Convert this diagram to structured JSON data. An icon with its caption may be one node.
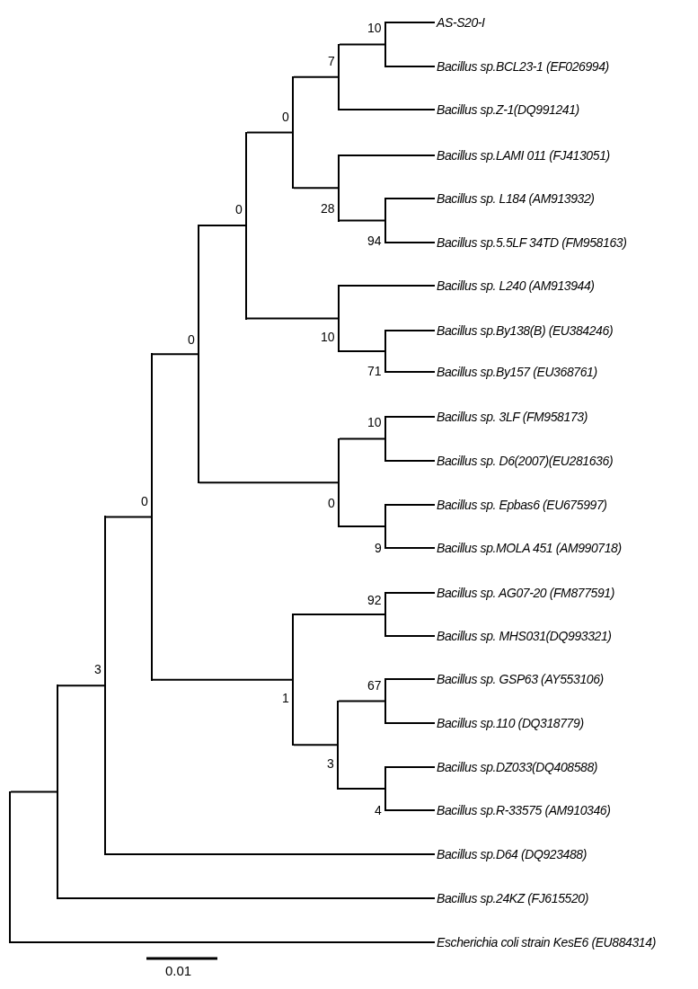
{
  "diagram": {
    "nodes": [
      {
        "text": [
          "AS-S20-I"
        ]
      },
      {
        "text": [
          "Bacillus sp.BCL23-1 (EF026994)"
        ]
      },
      {
        "text": [
          "Bacillus sp.Z-1(DQ991241)"
        ]
      },
      {
        "text": [
          "Bacillus sp.LAMI 011 (FJ413051)"
        ]
      },
      {
        "text": [
          "Bacillus sp. L184 (AM913932)"
        ]
      },
      {
        "text": [
          "Bacillus sp.5.5LF 34TD (FM958163)"
        ]
      },
      {
        "text": [
          "Bacillus sp. L240 (AM913944)"
        ]
      },
      {
        "text": [
          "Bacillus sp.By138(B) (EU384246)"
        ]
      },
      {
        "text": [
          "Bacillus sp.By157 (EU368761)"
        ]
      },
      {
        "text": [
          "Bacillus sp. 3LF (FM958173)"
        ]
      },
      {
        "text": [
          "Bacillus sp. D6(2007)(EU281636)"
        ]
      },
      {
        "text": [
          "Bacillus sp. Epbas6 (EU675997)"
        ]
      },
      {
        "text": [
          "Bacillus sp.MOLA 451 (AM990718)"
        ]
      },
      {
        "text": [
          "Bacillus sp. AG07-20 (FM877591)"
        ]
      },
      {
        "text": [
          "Bacillus sp. MHS031(DQ993321)"
        ]
      },
      {
        "text": [
          "Bacillus sp. GSP63 (AY553106)"
        ]
      },
      {
        "text": [
          "Bacillus sp.110 (DQ318779)"
        ]
      },
      {
        "text": [
          "Bacillus sp.DZ033(DQ408588)"
        ]
      },
      {
        "text": [
          "Bacillus sp.R-33575 (AM910346)"
        ]
      },
      {
        "text": [
          "Bacillus sp.D64 (DQ923488)"
        ]
      },
      {
        "text": [
          "Bacillus sp.24KZ (FJ615520)"
        ]
      },
      {
        "text": [
          "Escherichia coli strain KesE6 (EU884314)"
        ]
      },
      {
        "text": [],
        "shape": "bar",
        "beside": [
          "10"
        ]
      },
      {
        "text": [],
        "shape": "bar",
        "beside": [
          "7"
        ]
      },
      {
        "text": [],
        "shape": "bar",
        "beside": [
          "94"
        ]
      },
      {
        "text": [],
        "shape": "bar",
        "beside": [
          "28"
        ]
      },
      {
        "text": [],
        "shape": "bar",
        "beside": [
          "0"
        ]
      },
      {
        "text": [],
        "shape": "bar",
        "beside": [
          "71"
        ]
      },
      {
        "text": [],
        "shape": "bar",
        "beside": [
          "10"
        ]
      },
      {
        "text": [],
        "shape": "bar",
        "beside": [
          "0"
        ]
      },
      {
        "text": [],
        "shape": "bar",
        "beside": [
          "10"
        ]
      },
      {
        "text": [],
        "shape": "bar",
        "beside": [
          "9"
        ]
      },
      {
        "text": [],
        "shape": "bar",
        "beside": [
          "0"
        ]
      },
      {
        "text": [],
        "shape": "bar",
        "beside": [
          "0"
        ]
      },
      {
        "text": [],
        "shape": "bar",
        "beside": [
          "92"
        ]
      },
      {
        "text": [],
        "shape": "bar",
        "beside": [
          "67"
        ]
      },
      {
        "text": [],
        "shape": "bar",
        "beside": [
          "4"
        ]
      },
      {
        "text": [],
        "shape": "bar",
        "beside": [
          "3"
        ]
      },
      {
        "text": [],
        "shape": "bar",
        "beside": [
          "1"
        ]
      },
      {
        "text": [],
        "shape": "bar",
        "beside": [
          "0"
        ]
      },
      {
        "text": [],
        "shape": "bar",
        "beside": [
          "3"
        ]
      },
      {
        "text": [],
        "shape": "bar"
      },
      {
        "text": [],
        "shape": "bar"
      }
    ],
    "edges": [
      {
        "from": 22,
        "to": 0,
        "arrow": "none"
      },
      {
        "from": 22,
        "to": 1,
        "arrow": "none"
      },
      {
        "from": 23,
        "to": 22,
        "arrow": "none"
      },
      {
        "from": 23,
        "to": 2,
        "arrow": "none"
      },
      {
        "from": 24,
        "to": 4,
        "arrow": "none"
      },
      {
        "from": 24,
        "to": 5,
        "arrow": "none"
      },
      {
        "from": 25,
        "to": 3,
        "arrow": "none"
      },
      {
        "from": 25,
        "to": 24,
        "arrow": "none"
      },
      {
        "from": 26,
        "to": 23,
        "arrow": "none"
      },
      {
        "from": 26,
        "to": 25,
        "arrow": "none"
      },
      {
        "from": 27,
        "to": 7,
        "arrow": "none"
      },
      {
        "from": 27,
        "to": 8,
        "arrow": "none"
      },
      {
        "from": 28,
        "to": 6,
        "arrow": "none"
      },
      {
        "from": 28,
        "to": 27,
        "arrow": "none"
      },
      {
        "from": 29,
        "to": 26,
        "arrow": "none"
      },
      {
        "from": 29,
        "to": 28,
        "arrow": "none"
      },
      {
        "from": 30,
        "to": 9,
        "arrow": "none"
      },
      {
        "from": 30,
        "to": 10,
        "arrow": "none"
      },
      {
        "from": 31,
        "to": 11,
        "arrow": "none"
      },
      {
        "from": 31,
        "to": 12,
        "arrow": "none"
      },
      {
        "from": 32,
        "to": 30,
        "arrow": "none"
      },
      {
        "from": 32,
        "to": 31,
        "arrow": "none"
      },
      {
        "from": 33,
        "to": 29,
        "arrow": "none"
      },
      {
        "from": 33,
        "to": 32,
        "arrow": "none"
      },
      {
        "from": 34,
        "to": 13,
        "arrow": "none"
      },
      {
        "from": 34,
        "to": 14,
        "arrow": "none"
      },
      {
        "from": 35,
        "to": 15,
        "arrow": "none"
      },
      {
        "from": 35,
        "to": 16,
        "arrow": "none"
      },
      {
        "from": 36,
        "to": 17,
        "arrow": "none"
      },
      {
        "from": 36,
        "to": 18,
        "arrow": "none"
      },
      {
        "from": 37,
        "to": 35,
        "arrow": "none"
      },
      {
        "from": 37,
        "to": 36,
        "arrow": "none"
      },
      {
        "from": 38,
        "to": 34,
        "arrow": "none"
      },
      {
        "from": 38,
        "to": 37,
        "arrow": "none"
      },
      {
        "from": 39,
        "to": 33,
        "arrow": "none"
      },
      {
        "from": 39,
        "to": 38,
        "arrow": "none"
      },
      {
        "from": 40,
        "to": 39,
        "arrow": "none"
      },
      {
        "from": 40,
        "to": 19,
        "arrow": "none"
      },
      {
        "from": 42,
        "to": 40,
        "arrow": "none"
      },
      {
        "from": 42,
        "to": 20,
        "arrow": "none"
      },
      {
        "from": 41,
        "to": 42,
        "arrow": "none"
      },
      {
        "from": 41,
        "to": 21,
        "arrow": "none"
      }
    ],
    "labels": [
      "0.01"
    ]
  }
}
